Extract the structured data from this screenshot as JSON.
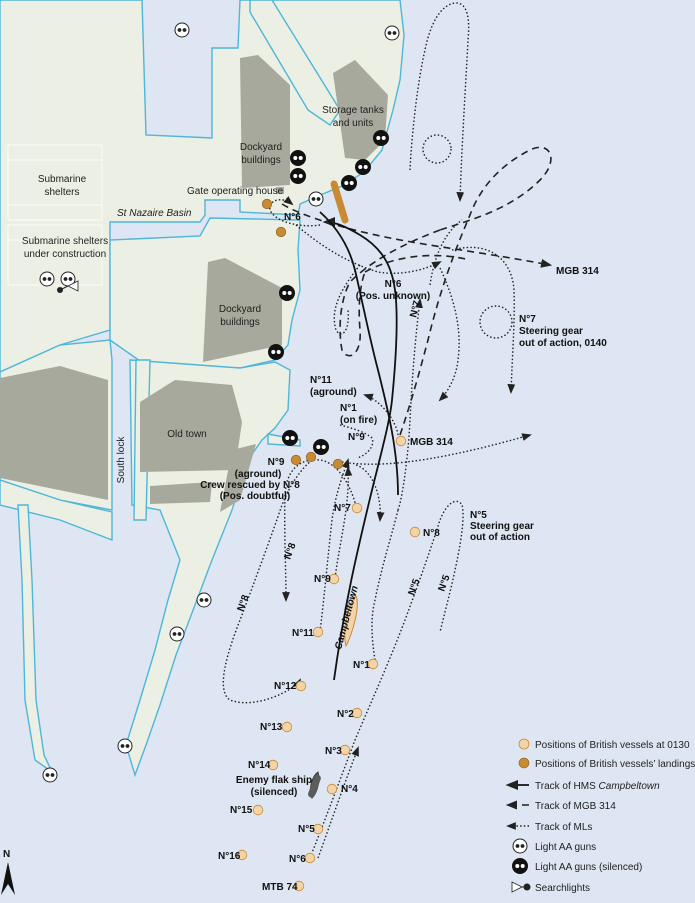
{
  "map_labels": {
    "storage_tanks": [
      "Storage tanks",
      "and units"
    ],
    "dockyard_buildings_top": [
      "Dockyard",
      "buildings"
    ],
    "submarine_shelters": [
      "Submarine",
      "shelters"
    ],
    "submarine_shelters_construction": [
      "Submarine shelters",
      "under construction"
    ],
    "gate_operating_house": "Gate operating house",
    "st_nazaire_basin": "St Nazaire Basin",
    "dockyard_buildings_mid": [
      "Dockyard",
      "buildings"
    ],
    "old_town": "Old town",
    "south_lock": "South lock",
    "mgb314_track_end": "MGB 314",
    "ml6_unknown": [
      "N°6",
      "(Pos. unknown)"
    ],
    "ml6_landing": "N°6",
    "ml7_steering": [
      "N°7",
      "Steering gear",
      "out of action, 0140"
    ],
    "ml11_aground": [
      "N°11",
      "(aground)"
    ],
    "ml1_fire": [
      "N°1",
      "(on fire)"
    ],
    "ml9_top": "N°9",
    "ml9_aground": [
      "N°9",
      "(aground)",
      "Crew rescued by N°8",
      "(Pos. doubtful)"
    ],
    "mgb314_pos": "MGB 314",
    "ml5_steering": [
      "N°5",
      "Steering gear",
      "out of action"
    ],
    "ml7_pos": "N°7",
    "ml8_pos": "N°8",
    "ml8_track_a": "N°8",
    "ml8_track_b": "N°8",
    "ml5_track_a": "N°5",
    "ml5_track_b": "N°5",
    "ml7_track": "N°7",
    "campbeltown": "Campbeltown",
    "flak_ship": [
      "Enemy flak ship",
      "(silenced)"
    ],
    "north": "N"
  },
  "vessels_0130": [
    "N°9",
    "N°11",
    "N°1",
    "N°12",
    "N°2",
    "N°13",
    "N°3",
    "N°14",
    "N°4",
    "N°15",
    "N°5",
    "N°16",
    "N°6",
    "MTB 74"
  ],
  "legend": {
    "positions_0130": "Positions of British vessels at 0130",
    "landings": "Positions of British vessels’ landings",
    "track_campbeltown_prefix": "Track of HMS ",
    "track_campbeltown_italic": "Campbeltown",
    "track_mgb": "Track of MGB 314",
    "track_mls": "Track of MLs",
    "light_aa": "Light AA guns",
    "light_aa_silenced": "Light AA guns (silenced)",
    "searchlights": "Searchlights"
  },
  "colors": {
    "water": "#dde6f2",
    "land": "#ecefe3",
    "coastline": "#4fb6d8",
    "buildings": "#a6a99c",
    "vessel_0130": "#f3d4a8",
    "landing": "#c98a34",
    "track": "#222222"
  }
}
